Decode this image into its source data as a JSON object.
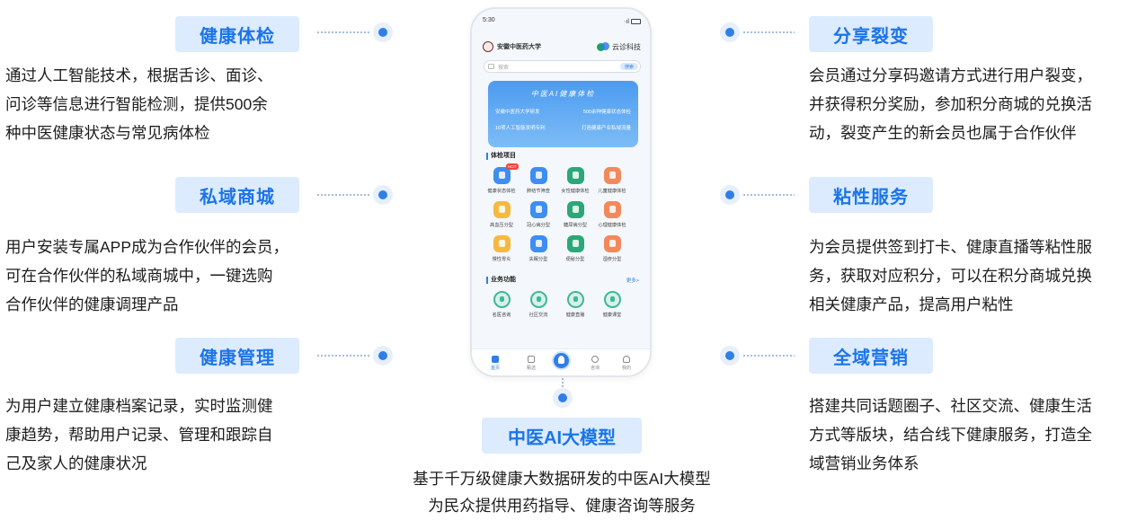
{
  "left": [
    {
      "tag": "健康体检",
      "lines": [
        "通过人工智能技术，根据舌诊、面诊、",
        "问诊等信息进行智能检测，提供500余",
        "种中医健康状态与常见病体检"
      ]
    },
    {
      "tag": "私域商城",
      "lines": [
        "用户安装专属APP成为合作伙伴的会员，",
        "可在合作伙伴的私域商城中，一键选购",
        "合作伙伴的健康调理产品"
      ]
    },
    {
      "tag": "健康管理",
      "lines": [
        "为用户建立健康档案记录，实时监测健",
        "康趋势，帮助用户记录、管理和跟踪自",
        "己及家人的健康状况"
      ]
    }
  ],
  "right": [
    {
      "tag": "分享裂变",
      "lines": [
        "会员通过分享码邀请方式进行用户裂变，",
        "并获得积分奖励，参加积分商城的兑换活",
        "动，裂变产生的新会员也属于合作伙伴"
      ]
    },
    {
      "tag": "粘性服务",
      "lines": [
        "为会员提供签到打卡、健康直播等粘性服",
        "务，获取对应积分，可以在积分商城兑换",
        "相关健康产品，提高用户粘性"
      ]
    },
    {
      "tag": "全域营销",
      "lines": [
        "搭建共同话题圈子、社区交流、健康生活",
        "方式等版块，结合线下健康服务，打造全",
        "域营销业务体系"
      ]
    }
  ],
  "center": {
    "tag": "中医AI大模型",
    "lines": [
      "基于千万级健康大数据研发的中医AI大模型",
      "为民众提供用药指导、健康咨询等服务"
    ]
  },
  "phone": {
    "time": "5:30",
    "signal": "·ıl",
    "logo_left": "安徽中医药大学",
    "logo_right": "云诊科技",
    "search_placeholder": "搜索",
    "search_button": "搜索",
    "banner": {
      "title": "中医AI健康体检",
      "row1": [
        "安徽中医药大学研发",
        "500余种健康状态体检"
      ],
      "row2": [
        "10项人工智能发明专利",
        "打造健康产业私域流量"
      ]
    },
    "section1": "体检项目",
    "hot": "HOT",
    "apps": [
      {
        "label": "健康状态体检",
        "color": "#3d8ef0"
      },
      {
        "label": "肺结节筛查",
        "color": "#3d8ef0"
      },
      {
        "label": "女性健康体检",
        "color": "#2ba77a"
      },
      {
        "label": "儿童健康体检",
        "color": "#f08a5d"
      },
      {
        "label": "高血压分型",
        "color": "#f5b942"
      },
      {
        "label": "冠心病分型",
        "color": "#3d8ef0"
      },
      {
        "label": "糖尿病分型",
        "color": "#2ba77a"
      },
      {
        "label": "心理健康体检",
        "color": "#f08a5d"
      },
      {
        "label": "慢性胃炎",
        "color": "#f5b942"
      },
      {
        "label": "失眠分型",
        "color": "#3d8ef0"
      },
      {
        "label": "便秘分型",
        "color": "#2ba77a"
      },
      {
        "label": "湿疹分型",
        "color": "#f08a5d"
      }
    ],
    "section2": "业务功能",
    "more": "更多>",
    "services": [
      "名医咨询",
      "社区交流",
      "健康直播",
      "健康课堂"
    ],
    "tabs": [
      "首页",
      "甄选",
      "咨询",
      "我的"
    ]
  }
}
